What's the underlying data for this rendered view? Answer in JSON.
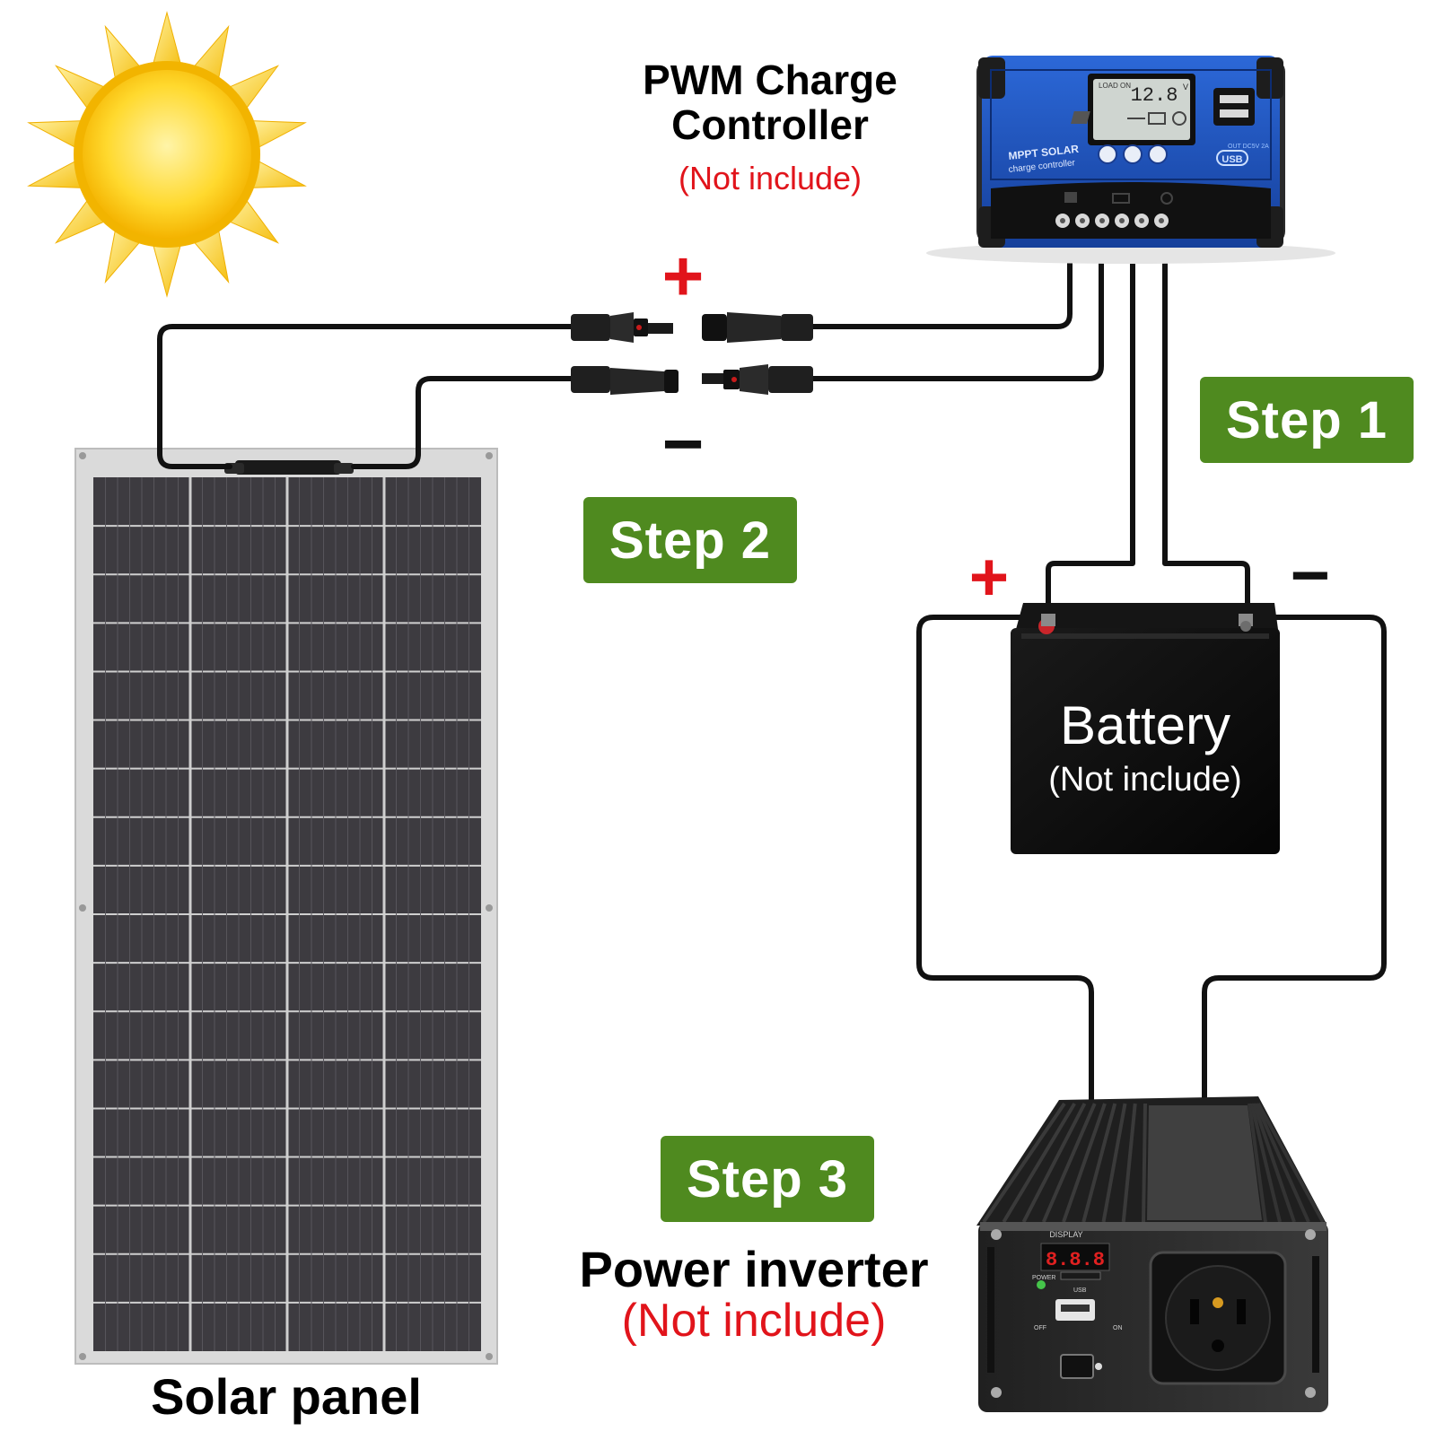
{
  "colors": {
    "step_green": "#4f8a1f",
    "red": "#e1141b",
    "wire": "#111111",
    "sun": "#f7c21a",
    "panel_cell": "#3c3a3f",
    "panel_frame": "#d4d4d4",
    "controller_blue": "#1d4fb8",
    "battery": "#0d0d0d"
  },
  "controller": {
    "title_line1": "PWM Charge",
    "title_line2": "Controller",
    "note": "(Not include)",
    "device_text_line1": "MPPT SOLAR",
    "device_text_line2": "charge controller",
    "lcd_reading": "12.8",
    "lcd_unit": "V",
    "lcd_status": "LOAD ON",
    "usb_label": "OUT DC5V 2A",
    "usb_badge": "USB"
  },
  "connectors": {
    "positive_symbol": "+",
    "negative_symbol": "−"
  },
  "battery": {
    "label": "Battery",
    "note": "(Not include)",
    "positive_symbol": "+",
    "negative_symbol": "−"
  },
  "steps": [
    {
      "label": "Step 1"
    },
    {
      "label": "Step 2"
    },
    {
      "label": "Step 3"
    }
  ],
  "inverter": {
    "label": "Power inverter",
    "note": "(Not include)",
    "display_caption": "DISPLAY",
    "display_reading": "8.8.8",
    "power_caption": "POWER",
    "usb_caption": "USB",
    "off_caption": "OFF",
    "on_caption": "ON"
  },
  "solar_panel": {
    "label": "Solar panel",
    "icon": "solar-panel-icon"
  },
  "sun": {
    "icon": "sun-icon"
  }
}
